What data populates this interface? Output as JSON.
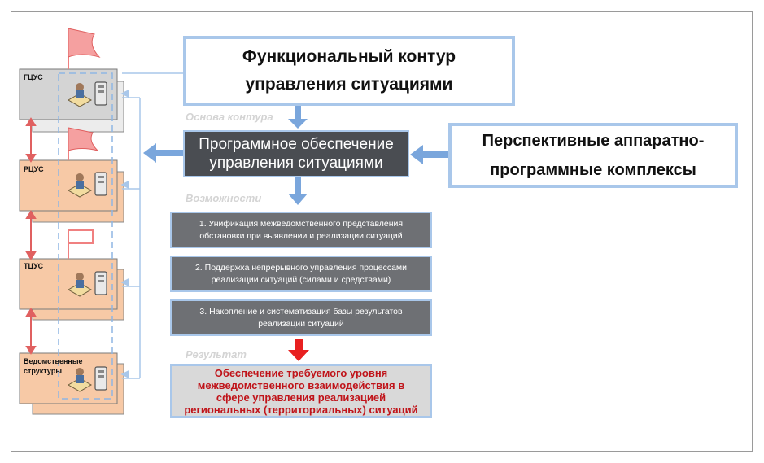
{
  "header": {
    "line1": "Функциональный контур",
    "line2": "управления ситуациями"
  },
  "basis_label": "Основа контура",
  "software": {
    "line1": "Программное обеспечение",
    "line2": "управления ситуациями"
  },
  "perspective": {
    "line1": "Перспективные аппаратно-",
    "line2": "программные комплексы"
  },
  "capabilities_label": "Возможности",
  "capabilities": [
    {
      "line1": "1. Унификация межведомственного представления",
      "line2": "обстановки при выявлении и реализации ситуаций"
    },
    {
      "line1": "2. Поддержка непрерывного управления процессами",
      "line2": "реализации ситуаций (силами и средствами)"
    },
    {
      "line1": "3. Накопление и систематизация базы результатов",
      "line2": "реализации ситуаций"
    }
  ],
  "result_label": "Результат",
  "result": {
    "line1": "Обеспечение требуемого уровня",
    "line2": "межведомственного взаимодействия в",
    "line3": "сфере управления реализацией",
    "line4": "региональных (территориальных) ситуаций"
  },
  "levels": {
    "l1": "ГЦУС",
    "l2": "РЦУС",
    "l3": "ТЦУС",
    "l4_line1": "Ведомственные",
    "l4_line2": "структуры"
  },
  "colors": {
    "accent_blue": "#a9c7ea",
    "arrow_blue": "#7aa6dc",
    "dark_box": "#4a4d52",
    "cap_box": "#6e7074",
    "result_red": "#c0141a",
    "level_orange": "#f7c9a6",
    "level_gray": "#d4d4d4",
    "flag_red": "#f08080"
  }
}
